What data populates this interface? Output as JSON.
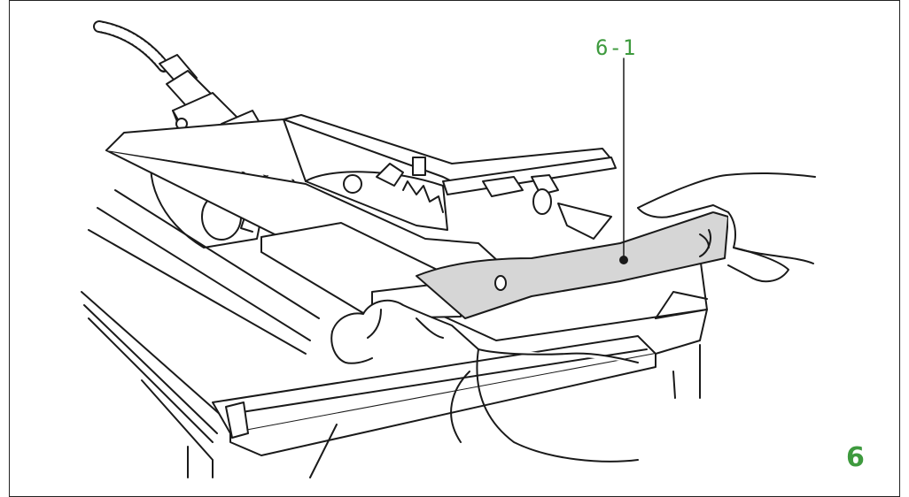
{
  "figure": {
    "callout": "6-1",
    "number": "6"
  },
  "colors": {
    "accent": "#3e9a3e",
    "line": "#1a1a1a",
    "highlight_part": "#d6d6d6"
  },
  "icons": [
    "table-saw-illustration",
    "riving-knife-part",
    "hand-left",
    "hand-right",
    "extraction-hose"
  ]
}
